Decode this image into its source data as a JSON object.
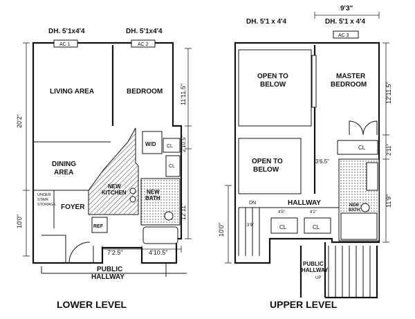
{
  "lower": {
    "caption": "LOWER LEVEL",
    "window_1": "DH. 5'1x4'4",
    "window_2": "DH. 5'1x4'4",
    "ac_1": "AC 1",
    "ac_2": "AC 2",
    "living_area": "LIVING AREA",
    "bedroom": "BEDROOM",
    "dining_line1": "DINING",
    "dining_line2": "AREA",
    "foyer": "FOYER",
    "under_stair_1": "UNDER",
    "under_stair_2": "STAIR",
    "under_stair_3": "STORAGE",
    "kitchen_line1": "NEW",
    "kitchen_line2": "KITCHEN",
    "bath_line1": "NEW",
    "bath_line2": "BATH",
    "wd": "W/D",
    "cl_1": "CL",
    "cl_2": "CL",
    "ref": "REF",
    "public_1": "PUBLIC",
    "public_2": "HALLWAY",
    "dim_height_total": "20'2\"",
    "dim_height_lower": "10'0\"",
    "dim_bedroom": "11'11.5\"",
    "dim_closet": "2'10.5\"",
    "dim_bath": "12'11\"",
    "dim_kitchen_w": "7'2.5\"",
    "dim_bath_w": "4'10.5\""
  },
  "upper": {
    "caption": "UPPER LEVEL",
    "window_1": "DH. 5'1 x 4'4",
    "window_2": "DH. 5'1 x 4'4",
    "ac_3": "AC 3",
    "dim_top": "9'3\"",
    "open_1_line1": "OPEN TO",
    "open_1_line2": "BELOW",
    "open_2_line1": "OPEN TO",
    "open_2_line2": "BELOW",
    "master_line1": "MASTER",
    "master_line2": "BEDROOM",
    "hallway": "HALLWAY",
    "dn": "DN",
    "cl_1": "CL",
    "cl_2": "CL",
    "cl_3": "CL",
    "bath_line1": "NEW",
    "bath_line2": "BATH",
    "public_1": "PUBLIC",
    "public_2": "HALLWAY",
    "up": "UP",
    "dim_master": "12'11.5\"",
    "dim_closet": "2'11\"",
    "dim_bath": "11'9\"",
    "dim_left": "10'0\"",
    "dim_hall": "3'6.5\"",
    "dim_cl_1": "4'5\"",
    "dim_cl_2": "4'2\"",
    "dim_stair": "3'9\""
  }
}
